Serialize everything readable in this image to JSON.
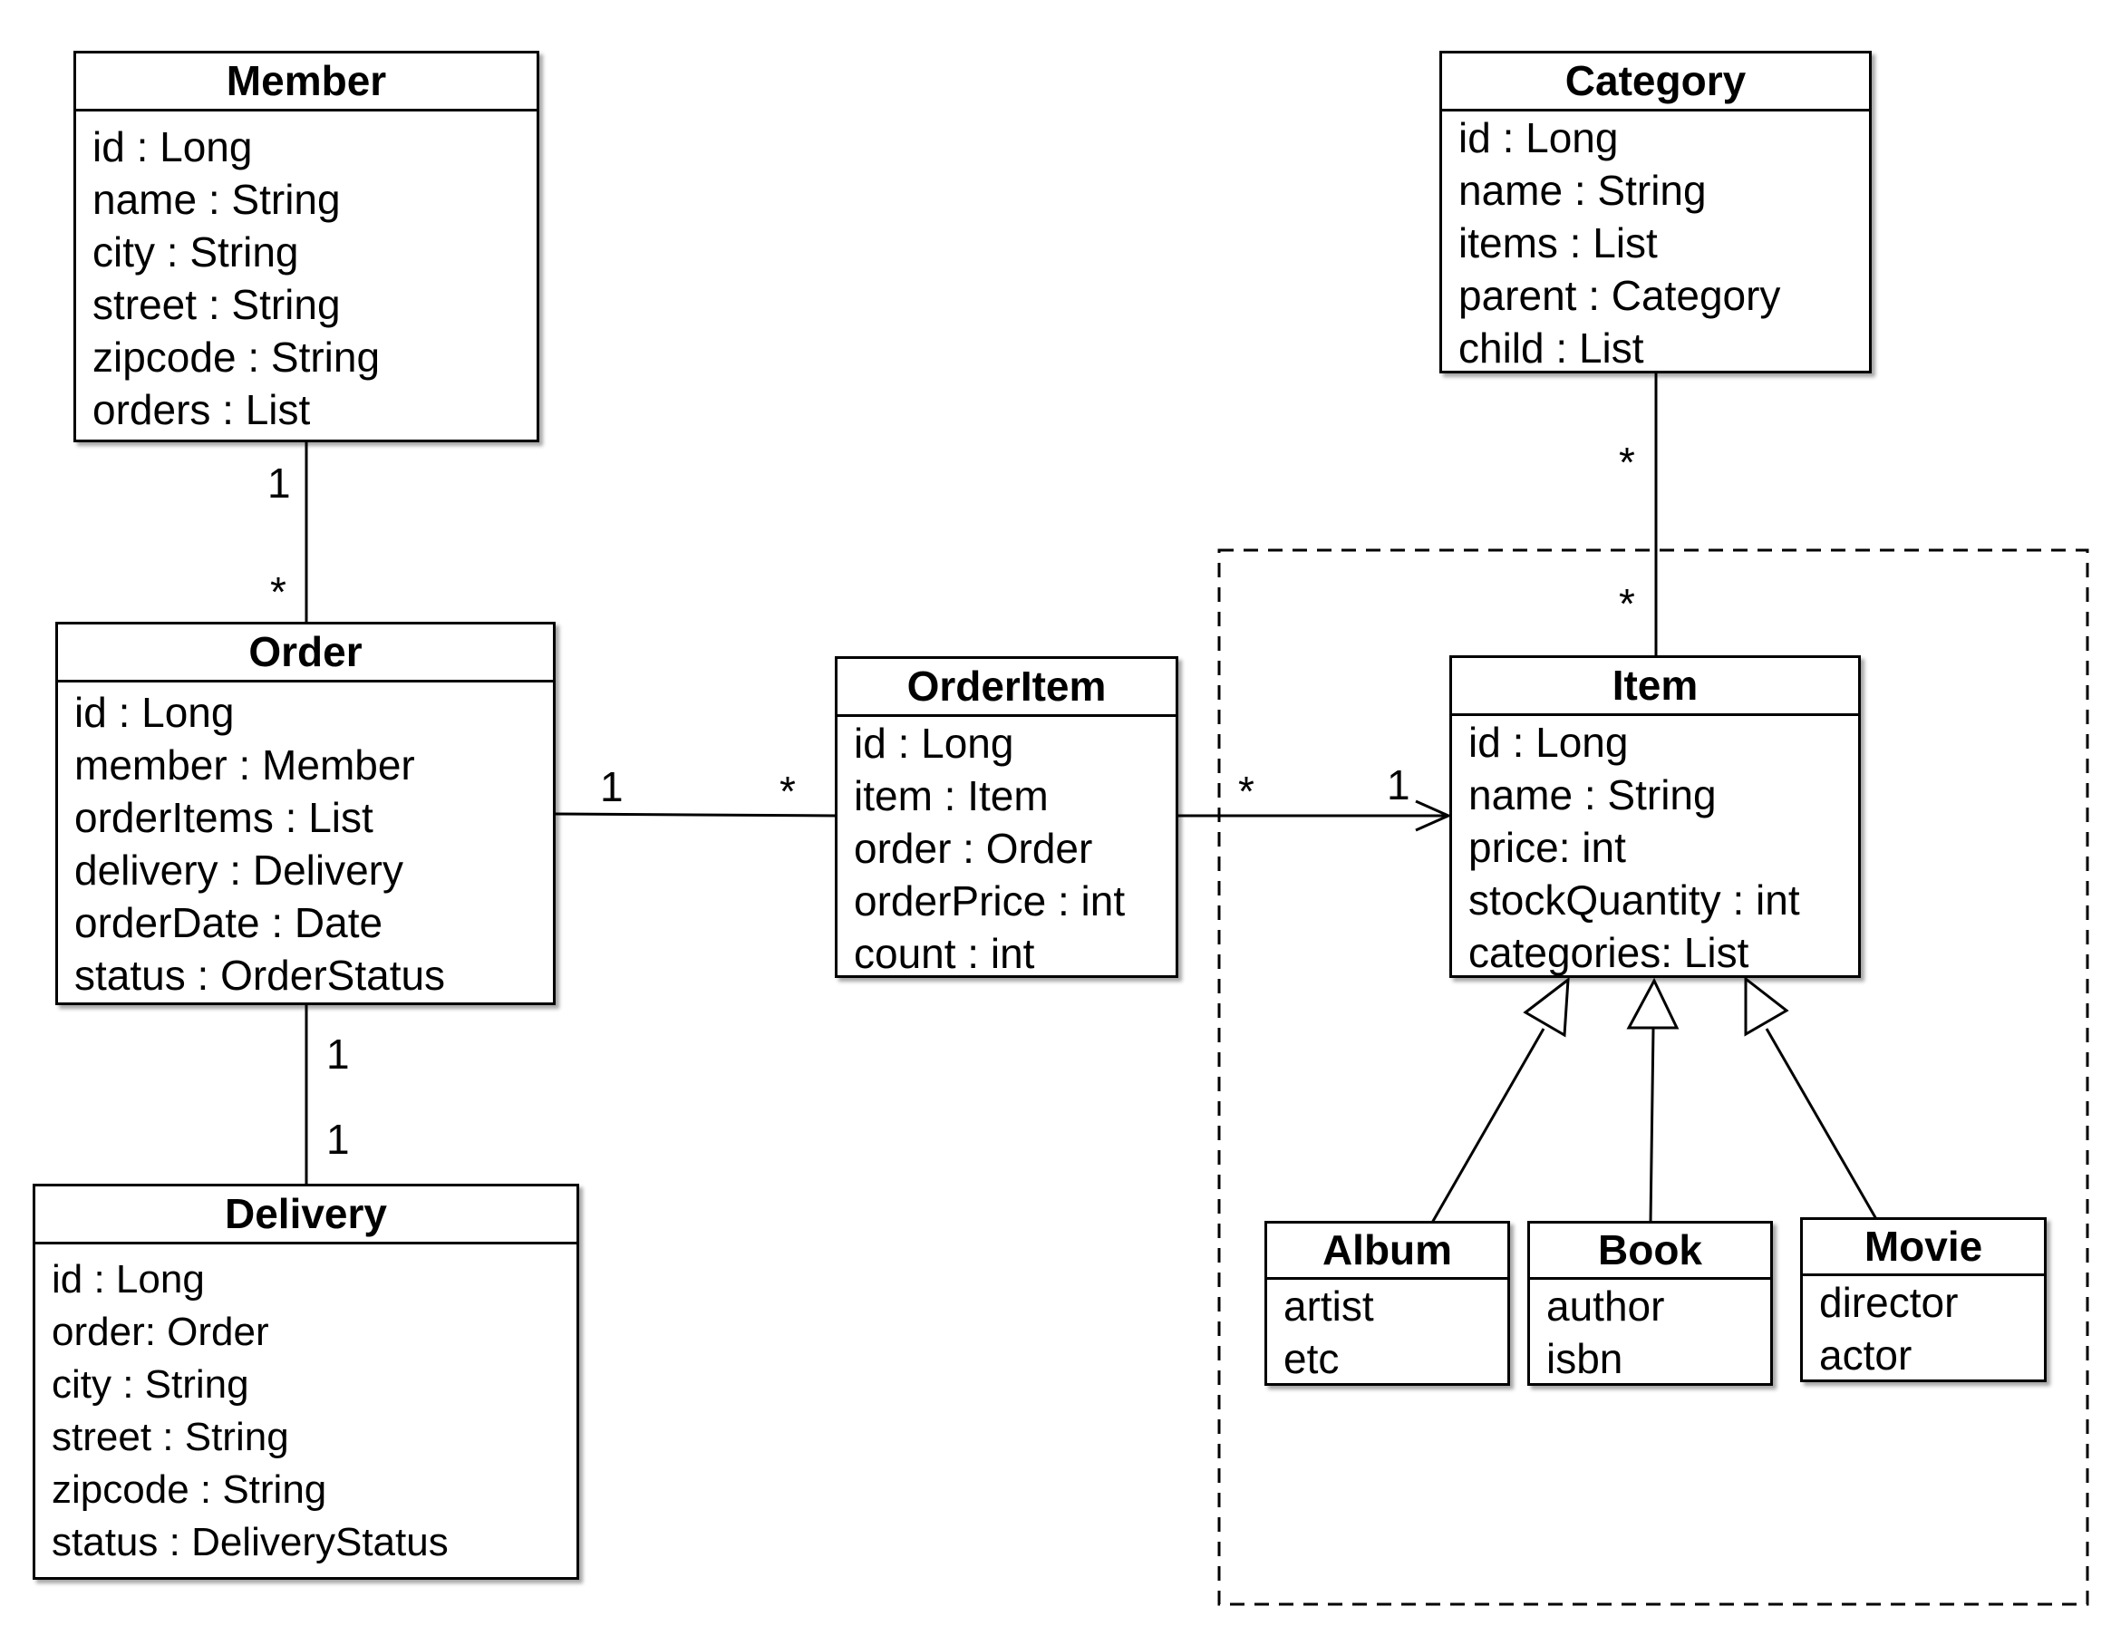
{
  "classes": {
    "member": {
      "name": "Member",
      "attributes": [
        "id : Long",
        "name : String",
        "city : String",
        "street : String",
        "zipcode : String",
        "orders : List"
      ]
    },
    "order": {
      "name": "Order",
      "attributes": [
        "id : Long",
        "member : Member",
        "orderItems : List",
        "delivery : Delivery",
        "orderDate : Date",
        "status : OrderStatus"
      ]
    },
    "delivery": {
      "name": "Delivery",
      "attributes": [
        "id : Long",
        "order: Order",
        "city : String",
        "street : String",
        "zipcode : String",
        "status : DeliveryStatus"
      ]
    },
    "orderitem": {
      "name": "OrderItem",
      "attributes": [
        "id : Long",
        "item : Item",
        "order : Order",
        "orderPrice : int",
        "count : int"
      ]
    },
    "category": {
      "name": "Category",
      "attributes": [
        "id : Long",
        "name : String",
        "items : List",
        "parent : Category",
        "child : List"
      ]
    },
    "item": {
      "name": "Item",
      "attributes": [
        "id : Long",
        "name : String",
        "price: int",
        "stockQuantity : int",
        "categories: List"
      ]
    },
    "album": {
      "name": "Album",
      "attributes": [
        "artist",
        "etc"
      ]
    },
    "book": {
      "name": "Book",
      "attributes": [
        "author",
        "isbn"
      ]
    },
    "movie": {
      "name": "Movie",
      "attributes": [
        "director",
        "actor"
      ]
    }
  },
  "multiplicities": {
    "member_order_member_end": "1",
    "member_order_order_end": "*",
    "order_orderitem_order_end": "1",
    "order_orderitem_orderitem_end": "*",
    "orderitem_item_orderitem_end": "*",
    "orderitem_item_item_end": "1",
    "order_delivery_order_end": "1",
    "order_delivery_delivery_end": "1",
    "category_item_category_end": "*",
    "category_item_item_end": "*"
  }
}
